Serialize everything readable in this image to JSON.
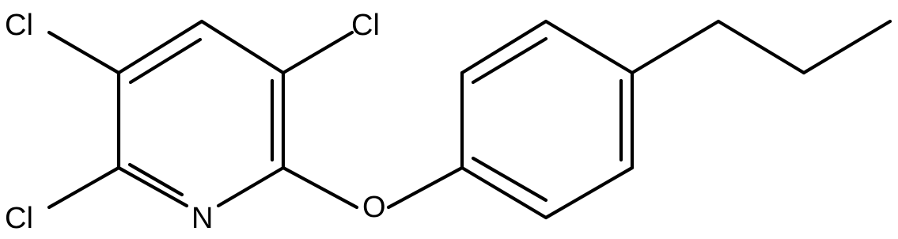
{
  "molecule": {
    "atoms": {
      "cl_top_left": "Cl",
      "cl_top_right": "Cl",
      "cl_bottom_left": "Cl",
      "nitrogen": "N",
      "oxygen": "O"
    }
  },
  "colors": {
    "bond": "#000000",
    "label": "#000000",
    "background": "#ffffff"
  }
}
